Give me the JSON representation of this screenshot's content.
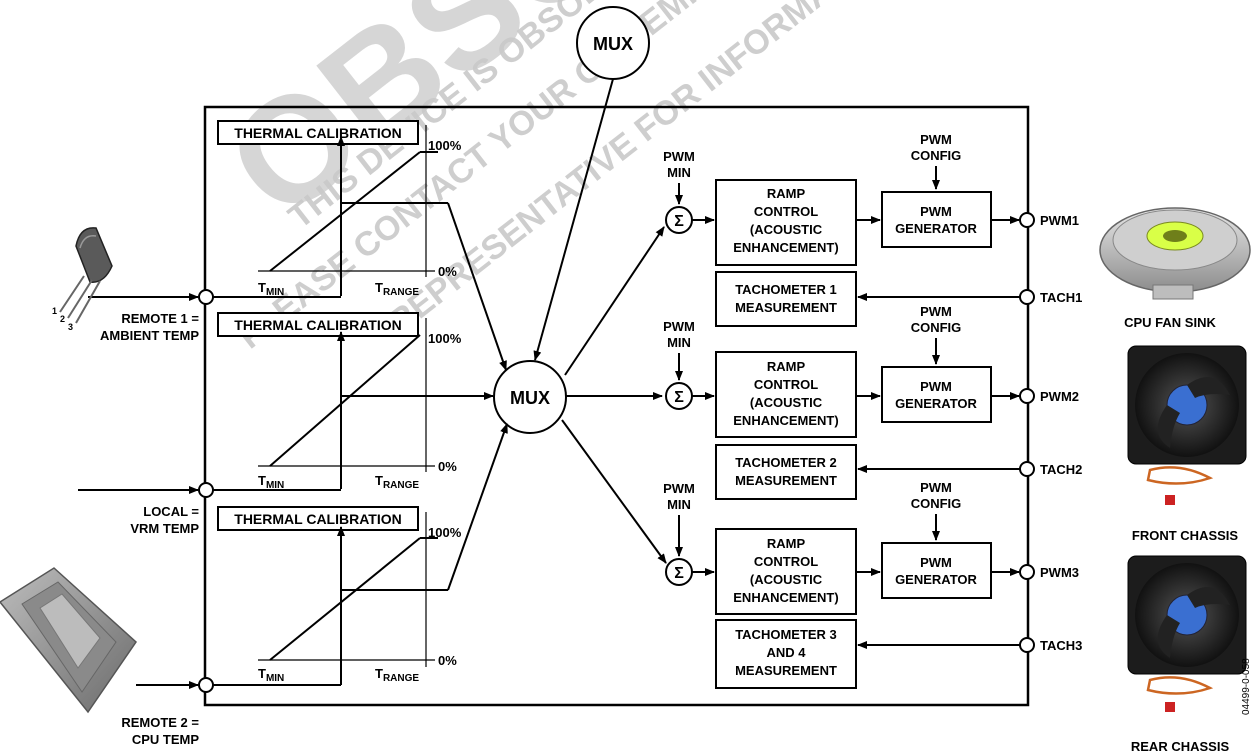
{
  "watermark": {
    "big": "OBSOLETE",
    "line1": "THIS DEVICE IS OBSOLETE",
    "line2": "PLEASE CONTACT YOUR ON SEMI",
    "line3": "REPRESENTATIVE FOR INFORMATION"
  },
  "mux_top": "MUX",
  "mux_center": "MUX",
  "inputs": {
    "remote1_l1": "REMOTE 1 =",
    "remote1_l2": "AMBIENT TEMP",
    "local_l1": "LOCAL =",
    "local_l2": "VRM TEMP",
    "remote2_l1": "REMOTE 2 =",
    "remote2_l2": "CPU TEMP"
  },
  "calibration": {
    "title": "THERMAL CALIBRATION",
    "max_label": "100%",
    "min_label": "0%",
    "tmin": "T",
    "tmin_sub": "MIN",
    "trange": "T",
    "trange_sub": "RANGE"
  },
  "pwm_min_l1": "PWM",
  "pwm_min_l2": "MIN",
  "pwm_config_l1": "PWM",
  "pwm_config_l2": "CONFIG",
  "sum_symbol": "Σ",
  "ramp": [
    "RAMP",
    "CONTROL",
    "(ACOUSTIC",
    "ENHANCEMENT)"
  ],
  "generator": [
    "PWM",
    "GENERATOR"
  ],
  "tach1": [
    "TACHOMETER 1",
    "MEASUREMENT"
  ],
  "tach2": [
    "TACHOMETER 2",
    "MEASUREMENT"
  ],
  "tach3": [
    "TACHOMETER 3",
    "AND 4",
    "MEASUREMENT"
  ],
  "outputs": {
    "pwm1": "PWM1",
    "tach1": "TACH1",
    "pwm2": "PWM2",
    "tach2": "TACH2",
    "pwm3": "PWM3",
    "tach3": "TACH3"
  },
  "fans": {
    "cpu": "CPU FAN SINK",
    "front": "FRONT CHASSIS",
    "rear": "REAR CHASSIS"
  },
  "pin_numbers": [
    "1",
    "2",
    "3"
  ],
  "figure_id": "04499-0-058"
}
